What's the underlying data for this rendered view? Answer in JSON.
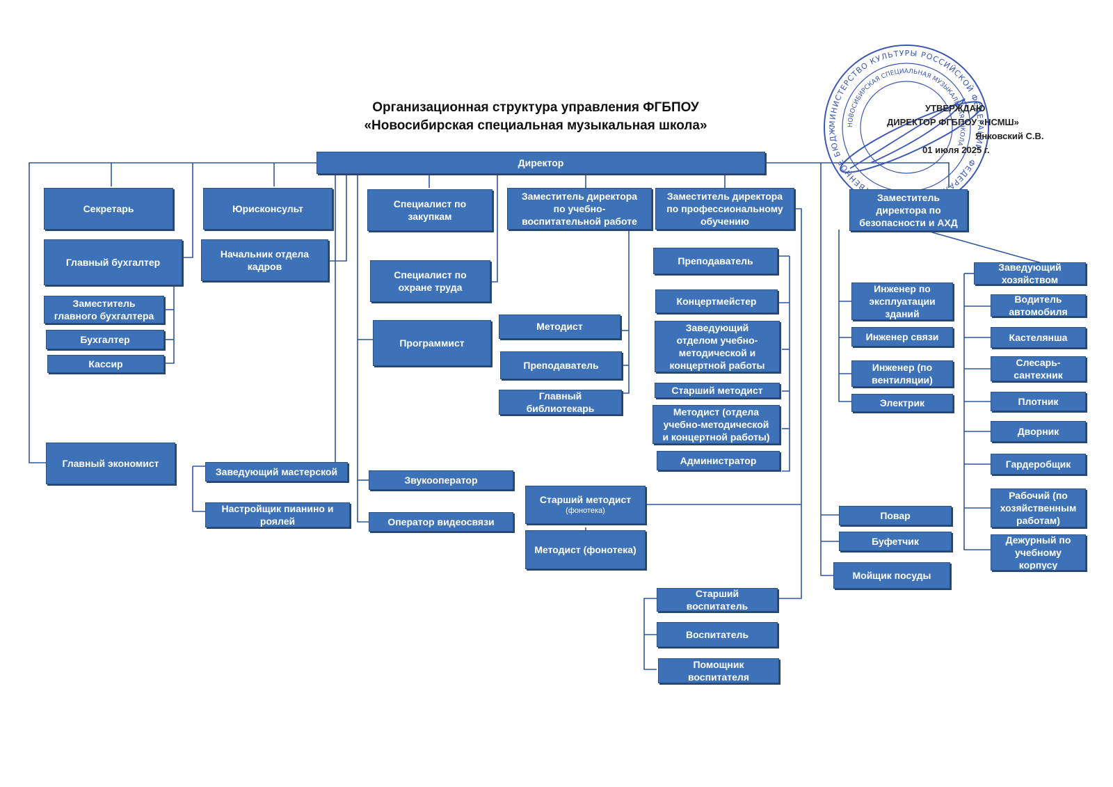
{
  "title": {
    "line1": "Организационная  структура управления ФГБПОУ",
    "line2": "«Новосибирская специальная музыкальная школа»"
  },
  "approval": {
    "approve": "УТВЕРЖДАЮ",
    "position": "ДИРЕКТОР ФГБПОУ «НСМШ»",
    "name": "Янковский С.В.",
    "date": "01 июля 2025 г."
  },
  "stamp": {
    "ring_text": "МИНИСТЕРСТВО КУЛЬТУРЫ РОССИЙСКОЙ ФЕДЕРАЦИИ · ФЕДЕРАЛЬНОЕ ГОСУДАРСТВЕННОЕ БЮДЖЕТНОЕ ПРОФЕССИОНАЛЬНОЕ ОБРАЗОВАТЕЛЬНОЕ УЧРЕЖДЕНИЕ",
    "inner_text": "НОВОСИБИРСКАЯ СПЕЦИАЛЬНАЯ МУЗЫКАЛЬНАЯ ШКОЛА",
    "color": "#3b57b5"
  },
  "colors": {
    "box": "#3d72b8",
    "line": "#2f55a0",
    "text": "#ffffff"
  },
  "nodes": {
    "director": "Директор",
    "secretary": "Секретарь",
    "lawyer": "Юрисконсульт",
    "procurement": "Специалист по\nзакупкам",
    "dep_edu": "Заместитель директора\nпо учебно-\nвоспитательной работе",
    "dep_prof": "Заместитель директора\nпо профессиональному\nобучению",
    "dep_safety": "Заместитель\nдиректора по\nбезопасности и АХД",
    "chief_accountant": "Главный бухгалтер",
    "hr_head": "Начальник отдела\nкадров",
    "labor_safety": "Специалист по\nохране труда",
    "deputy_chief_accountant": "Заместитель\nглавного бухгалтера",
    "accountant": "Бухгалтер",
    "cashier": "Кассир",
    "programmer": "Программист",
    "methodist": "Методист",
    "teacher_edu": "Преподаватель",
    "chief_librarian": "Главный\nбиблиотекарь",
    "teacher_prof": "Преподаватель",
    "accompanist": "Концертмейстер",
    "head_method_dept": "Заведующий\nотделом учебно-\nметодической и\nконцертной работы",
    "senior_methodist": "Старший методист",
    "methodist_dept": "Методист (отдела\nучебно-методической\nи концертной работы)",
    "administrator": "Администратор",
    "chief_economist": "Главный экономист",
    "workshop_head": "Заведующий мастерской",
    "piano_tuner": "Настройщик пианино и\nроялей",
    "sound_operator": "Звукооператор",
    "video_operator": "Оператор видеосвязи",
    "senior_methodist_phono": "Старший методист",
    "senior_methodist_phono_note": "(фонотека)",
    "methodist_phono": "Методист (фонотека)",
    "senior_educator": "Старший\nвоспитатель",
    "educator": "Воспитатель",
    "assistant_educator": "Помощник\nвоспитателя",
    "engineer_buildings": "Инженер по\nэксплуатации\nзданий",
    "engineer_comm": "Инженер связи",
    "engineer_vent": "Инженер (по\nвентиляции)",
    "electrician": "Электрик",
    "cook": "Повар",
    "barman": "Буфетчик",
    "dishwasher": "Мойщик посуды",
    "housekeeping_head": "Заведующий\nхозяйством",
    "driver": "Водитель\nавтомобиля",
    "linen_keeper": "Кастелянша",
    "plumber": "Слесарь-\nсантехник",
    "carpenter": "Плотник",
    "janitor": "Дворник",
    "cloakroom": "Гардеробщик",
    "worker": "Рабочий (по\nхозяйственным\nработам)",
    "duty_officer": "Дежурный по\nучебному\nкорпусу"
  }
}
